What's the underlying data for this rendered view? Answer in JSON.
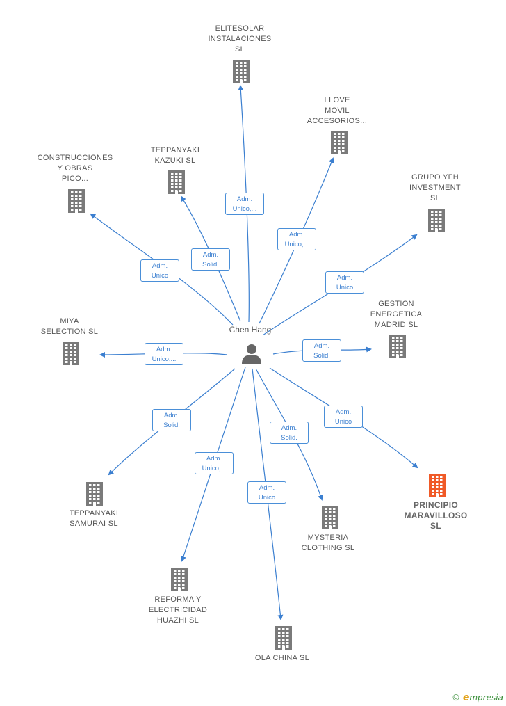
{
  "center": {
    "name": "Chen Hang"
  },
  "companies": [
    {
      "id": "elitesolar",
      "name": "ELITESOLAR\nINSTALACIONES\nSL",
      "role": "Adm.\nUnico,...",
      "highlight": false
    },
    {
      "id": "ilove",
      "name": "I LOVE\nMOVIL\nACCESORIOS...",
      "role": "Adm.\nUnico,...",
      "highlight": false
    },
    {
      "id": "teppanyaki-kazuki",
      "name": "TEPPANYAKI\nKAZUKI SL",
      "role": "Adm.\nSolid.",
      "highlight": false
    },
    {
      "id": "construcciones",
      "name": "CONSTRUCCIONES\nY OBRAS\nPICO...",
      "role": "Adm.\nUnico",
      "highlight": false
    },
    {
      "id": "grupo-yfh",
      "name": "GRUPO YFH\nINVESTMENT\nSL",
      "role": "Adm.\nUnico",
      "highlight": false
    },
    {
      "id": "gestion",
      "name": "GESTION\nENERGETICA\nMADRID SL",
      "role": "Adm.\nSolid.",
      "highlight": false
    },
    {
      "id": "miya",
      "name": "MIYA\nSELECTION SL",
      "role": "Adm.\nUnico,...",
      "highlight": false
    },
    {
      "id": "teppanyaki-samurai",
      "name": "TEPPANYAKI\nSAMURAI SL",
      "role": "Adm.\nSolid.",
      "highlight": false
    },
    {
      "id": "reforma",
      "name": "REFORMA Y\nELECTRICIDAD\nHUAZHI SL",
      "role": "Adm.\nUnico,...",
      "highlight": false
    },
    {
      "id": "ola-china",
      "name": "OLA CHINA SL",
      "role": "Adm.\nUnico",
      "highlight": false
    },
    {
      "id": "mysteria",
      "name": "MYSTERIA\nCLOTHING SL",
      "role": "Adm.\nSolid.",
      "highlight": false
    },
    {
      "id": "principio",
      "name": "PRINCIPIO\nMARAVILLOSO\nSL",
      "role": "Adm.\nUnico",
      "highlight": true
    }
  ],
  "colors": {
    "edge": "#3b7fd0",
    "building": "#7a7a7a",
    "building_highlight": "#f05a28",
    "person": "#666666"
  },
  "footer": {
    "copyright_symbol": "©",
    "brand_e": "e",
    "brand_rest": "mpresia"
  }
}
